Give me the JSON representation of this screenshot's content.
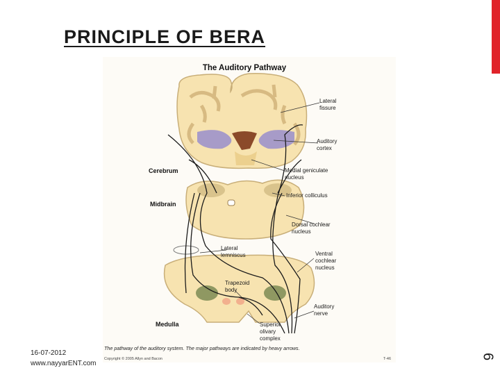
{
  "slide": {
    "title": "PRINCIPLE OF BERA",
    "date": "16-07-2012",
    "website": "www.nayyarENT.com",
    "page_number": "6"
  },
  "figure": {
    "heading": "The Auditory Pathway",
    "region_labels": {
      "cerebrum": "Cerebrum",
      "midbrain": "Midbrain",
      "medulla": "Medulla"
    },
    "labels": {
      "lateral_fissure": [
        "Lateral",
        "fissure"
      ],
      "auditory_cortex": [
        "Auditory",
        "cortex"
      ],
      "medial_geniculate": [
        "Medial geniculate",
        "nucleus"
      ],
      "inferior_colliculus": "Inferior colliculus",
      "dorsal_cochlear": [
        "Dorsal cochlear",
        "nucleus"
      ],
      "lateral_lemniscus": [
        "Lateral",
        "lemniscus"
      ],
      "ventral_cochlear": [
        "Ventral",
        "cochlear",
        "nucleus"
      ],
      "trapezoid_body": [
        "Trapezoid",
        "body"
      ],
      "auditory_nerve": [
        "Auditory",
        "nerve"
      ],
      "superior_olivary": [
        "Superior",
        "olivary",
        "complex"
      ]
    },
    "caption": "The pathway of the auditory system. The major pathways are indicated by heavy arrows.",
    "copyright": "Copyright © 2005 Allyn and Bacon",
    "code": "T-46",
    "colors": {
      "tissue": "#f7e3b0",
      "tissue_edge": "#c8ae78",
      "cortex_fold": "#ecd08e",
      "nucleus_purple": "#a79bc8",
      "ventricle": "#8b4a2a",
      "olive_green": "#8f9862",
      "trapezoid_pink": "#f2b08e",
      "background": "#fdfbf6"
    }
  }
}
